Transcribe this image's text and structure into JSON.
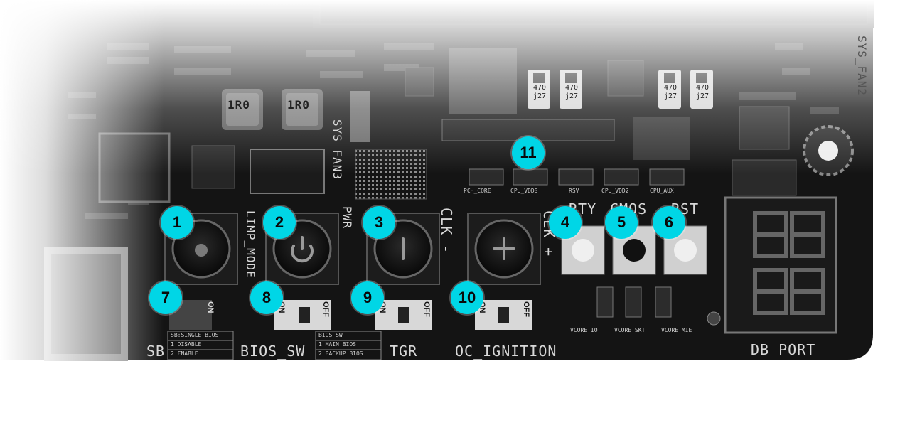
{
  "markers": [
    "1",
    "2",
    "3",
    "4",
    "5",
    "6",
    "7",
    "8",
    "9",
    "10",
    "11"
  ],
  "silkscreen": {
    "limp_mode": "LIMP_MODE",
    "pwr": "PWR",
    "clk_minus": "CLK -",
    "clk_plus": "CLK +",
    "rty": "RTY",
    "cmos": "CMOS",
    "rst": "RST",
    "sb": "SB",
    "bios_sw": "BIOS_SW",
    "tgr": "TGR",
    "oc_ignition": "OC_IGNITION",
    "db_port": "DB_PORT",
    "sys_fan2": "SYS_FAN2",
    "sys_fan3": "SYS_FAN3",
    "coil_1": "1R0",
    "coil_2": "1R0",
    "cap_value": "470",
    "cap_code": "j27",
    "switch_on": "ON",
    "switch_off": "OFF",
    "sb_table": [
      "SB:SINGLE BIOS",
      "1 DISABLE",
      "2 ENABLE"
    ],
    "bios_table": [
      "BIOS SW",
      "1 MAIN BIOS",
      "2 BACKUP BIOS"
    ],
    "vsense_headers": [
      "PCH_CORE",
      "CPU_VDDS",
      "RSV",
      "CPU_VDD2",
      "CPU_AUX"
    ],
    "vcore_headers": [
      "VCORE_IO",
      "VCORE_SKT",
      "VCORE_MIE"
    ]
  },
  "colors": {
    "marker": "#00d6e6",
    "board": "#141414",
    "silkscreen": "#d8d8d8"
  }
}
